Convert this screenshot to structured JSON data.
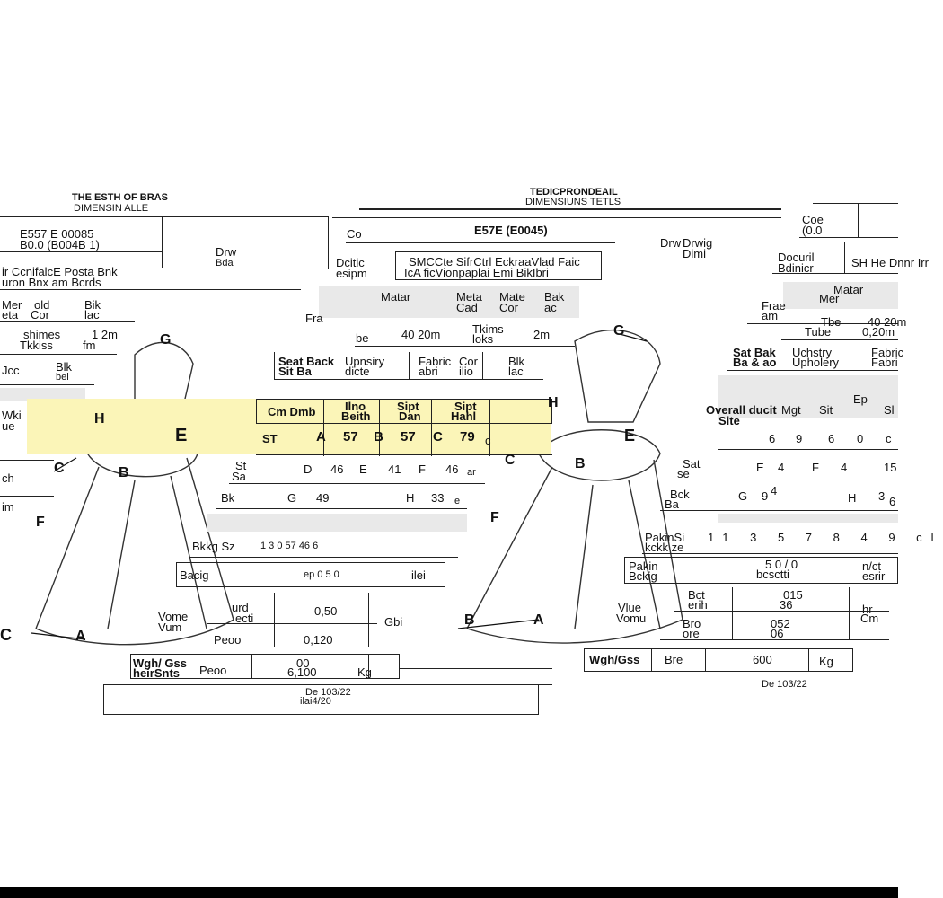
{
  "left_panel": {
    "title": "THE ESTH OF BRAS",
    "subtitle": "DIMENSIN ALLE",
    "code1": "E557 E 00085",
    "code2": "B0.0 (B004B 1)",
    "desc1": "ir CcnifalcE Posta Bnk",
    "desc2": "uron Bnx am Bcrds",
    "drw": "Drw",
    "drw2": "Bda",
    "row_mer": "Mer",
    "row_eta": "eta",
    "row_col": "old",
    "row_cor": "Cor",
    "row_bk": "Bik",
    "row_lac": "lac",
    "row_shim": "shimes",
    "row_tkss": "Tkkiss",
    "row_2m": "1 2m",
    "row_fm": "fm",
    "row_blk": "Blk",
    "row_bel": "bel",
    "row_jcc": "Jcc",
    "row_wk": "Wki",
    "row_ue": "ue",
    "row_ch": "ch",
    "row_im": "im"
  },
  "center_panel": {
    "title": "TEDICPRONDEAIL",
    "subtitle": "DIMENSIUNS TETLS",
    "code_label": "Co",
    "code": "E57E (E0045)",
    "desc_label1": "Dcitic",
    "desc_label2": "esipm",
    "desc1": "SMCCte SifrCtrl EckraaVlad Faic",
    "desc2": "IcA ficVionpaplai Emi BikIbri",
    "drw": "Drw",
    "mat_hdr": [
      "Matar",
      "Meta",
      "Mate",
      "Bak"
    ],
    "mat_sub": [
      "",
      "Cad",
      "Cor",
      "ac"
    ],
    "fra_label": "Fra",
    "fra_sub": "be",
    "fra_val": "40 20m",
    "fra_thk": "Tkims",
    "fra_thk2": "loks",
    "fra_2m": "2m",
    "seat_label1": "Seat Back",
    "seat_label2": "Sit Ba",
    "seat_ups": "Upnsiry",
    "seat_ups2": "dicte",
    "seat_fab": "Fabric",
    "seat_fab2": "abri",
    "seat_col": "Cor",
    "seat_col2": "ilio",
    "seat_blk": "Blk",
    "seat_blk2": "lac",
    "dim_hdr": [
      "Cm Dmb",
      "Ilno",
      "Sipt",
      "Sipt"
    ],
    "dim_hdr2": [
      "",
      "Beith",
      "Dan",
      "Hahl"
    ],
    "dim_row1_label": "ST",
    "dim_row1": [
      "A",
      "57",
      "B",
      "57",
      "C",
      "79",
      "c"
    ],
    "dim_row2_label": "St",
    "dim_row2_sub": "Sa",
    "dim_row2": [
      "D",
      "46",
      "E",
      "41",
      "F",
      "46",
      "ar"
    ],
    "dim_row3_label": "Bk",
    "dim_row3": [
      "G",
      "49",
      "H",
      "33",
      "e"
    ],
    "pack_label": "Bkkg Sz",
    "pack_vals": "1 3 0 57 46 6",
    "pack_label2": "Bacig",
    "pack_desc": "ep 0 5 0",
    "pack_end": "ilei",
    "vol_label": "Vome",
    "vol_label2": "Vum",
    "vol_per1": "urd",
    "vol_per2": "ecti",
    "vol_val1": "0,50",
    "vol_val2": "0,120",
    "vol_unit": "Gbi",
    "vol_ped": "Peoo",
    "wt_label": "Wgh/ Gss",
    "wt_label2": "heirSnts",
    "wt_ped": "Peoo",
    "wt_val": "6,100",
    "wt_val2": "00",
    "wt_unit": "Kg",
    "date1": "De 103/22",
    "date2": "ilai4/20"
  },
  "right_panel": {
    "code_label": "Coe",
    "code_label2": "(0.0",
    "desc_label": "Docuril",
    "desc_label2": "Bdinicr",
    "desc_val": "SH He Dnnr Irr",
    "drw": "Drwig",
    "drw2": "Dimi",
    "mat_hdr": "Matar",
    "mat_hdr2": "Mer",
    "fra_label": "Frae",
    "fra_label2": "am",
    "tube": "Tbe",
    "tube2": "Tube",
    "fra_val": "40 20m",
    "fra_val2": "0,20m",
    "seat1": "Sat Bak",
    "seat2": "Ba & ao",
    "seat_ups": "Uchstry",
    "seat_ups2": "Upholery",
    "seat_fab": "Fabric",
    "seat_fab2": "Fabri",
    "dim_hdr": "Overall ducit",
    "dim_hdr2": "Site",
    "dim_cols": [
      "Mgt",
      "Sit",
      "Ep",
      "Sl"
    ],
    "dim_row1": [
      "6",
      "9",
      "6",
      "0",
      "c"
    ],
    "dim_row2_label": "Sat",
    "dim_row2_sub": "se",
    "dim_row2": [
      "E",
      "4",
      "F",
      "4",
      "15"
    ],
    "dim_row3_label": "Bck",
    "dim_row3_sub": "Ba",
    "dim_row3": [
      "G",
      "9",
      "4",
      "H",
      "3",
      "6"
    ],
    "pack_label": "PakinSi",
    "pack_label2": "kckk ze",
    "pack_vals": "11 3 5 7 8 4 9 cl",
    "pack2_label": "Pakin",
    "pack2_label2": "Bckig",
    "pack2_desc": "5 0 / 0",
    "pack2_desc2": "bcsctti",
    "pack2_end": "n/ct",
    "pack2_end2": "esrir",
    "vol_label": "Vlue",
    "vol_label2": "Vomu",
    "vol_per1": "Bct",
    "vol_per1b": "erih",
    "vol_val1": "015",
    "vol_val1b": "36",
    "vol_unit": "hr",
    "vol_unit2": "Cm",
    "vol_per2": "Bro",
    "vol_per2b": "ore",
    "vol_val2": "052",
    "vol_val2b": "06",
    "wt_label": "Wgh/Gss",
    "wt_per": "Bre",
    "wt_val": "600",
    "wt_unit": "Kg",
    "date": "De 103/22"
  },
  "markers": {
    "a": "A",
    "b": "B",
    "c": "C",
    "d": "D",
    "e": "E",
    "f": "F",
    "g": "G",
    "h": "H"
  }
}
